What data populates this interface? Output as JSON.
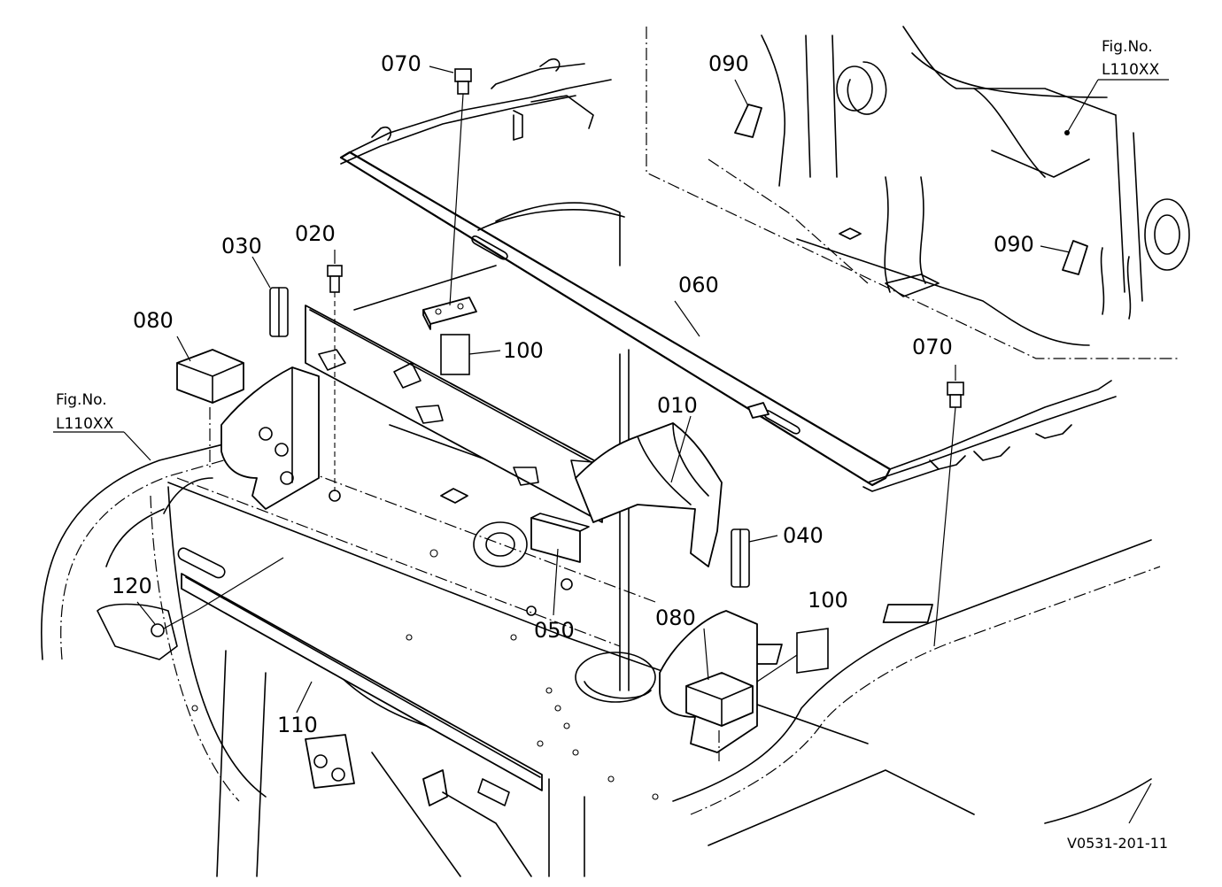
{
  "figure": {
    "drawing_code": "V0531-201-11",
    "callouts": [
      {
        "id": "010",
        "label": "010"
      },
      {
        "id": "020",
        "label": "020"
      },
      {
        "id": "030",
        "label": "030"
      },
      {
        "id": "040",
        "label": "040"
      },
      {
        "id": "050",
        "label": "050"
      },
      {
        "id": "060",
        "label": "060"
      },
      {
        "id": "070a",
        "label": "070"
      },
      {
        "id": "070b",
        "label": "070"
      },
      {
        "id": "080a",
        "label": "080"
      },
      {
        "id": "080b",
        "label": "080"
      },
      {
        "id": "090a",
        "label": "090"
      },
      {
        "id": "090b",
        "label": "090"
      },
      {
        "id": "100a",
        "label": "100"
      },
      {
        "id": "100b",
        "label": "100"
      },
      {
        "id": "110",
        "label": "110"
      },
      {
        "id": "120",
        "label": "120"
      }
    ],
    "fig_refs": [
      {
        "title": "Fig.No.",
        "code": "L110XX"
      },
      {
        "title": "Fig.No.",
        "code": "L110XX"
      }
    ]
  }
}
